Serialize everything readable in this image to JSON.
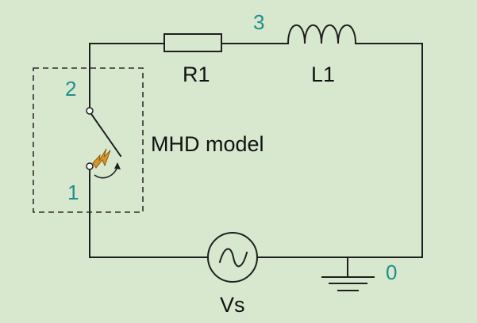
{
  "components": {
    "resistor_label": "R1",
    "inductor_label": "L1",
    "source_label": "Vs",
    "model_label": "MHD model"
  },
  "nodes": {
    "node_1": "1",
    "node_2": "2",
    "node_3": "3",
    "node_0": "0"
  },
  "colors": {
    "background": "#d7e8ce",
    "wire": "#1f1f1f",
    "node_label": "#1e8f8c",
    "spark": "#d6962b"
  }
}
